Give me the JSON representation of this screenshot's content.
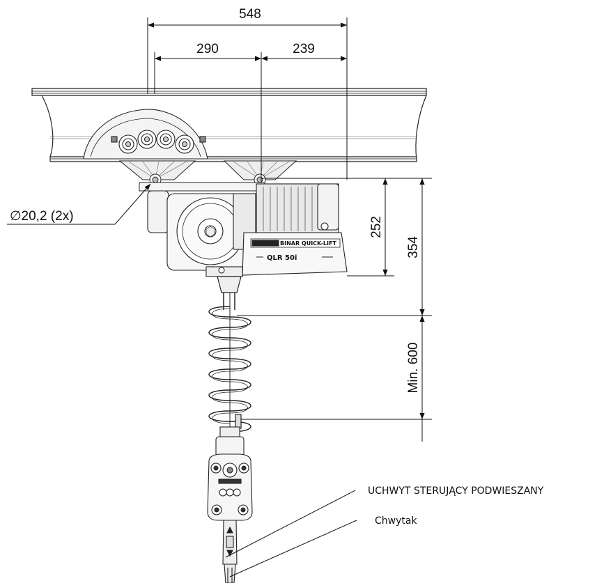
{
  "dimensions": {
    "overall_width": "548",
    "left_width": "290",
    "right_width": "239",
    "hole_diameter": "∅20,2 (2x)",
    "body_height": "252",
    "total_height": "354",
    "cable_min": "Min. 600"
  },
  "unit_label": {
    "brand": "BINAR QUICK-LIFT",
    "model": "QLR 50i"
  },
  "callouts": {
    "handle": "UCHWYT STERUJĄCY PODWIESZANY",
    "gripper": "Chwytak"
  }
}
